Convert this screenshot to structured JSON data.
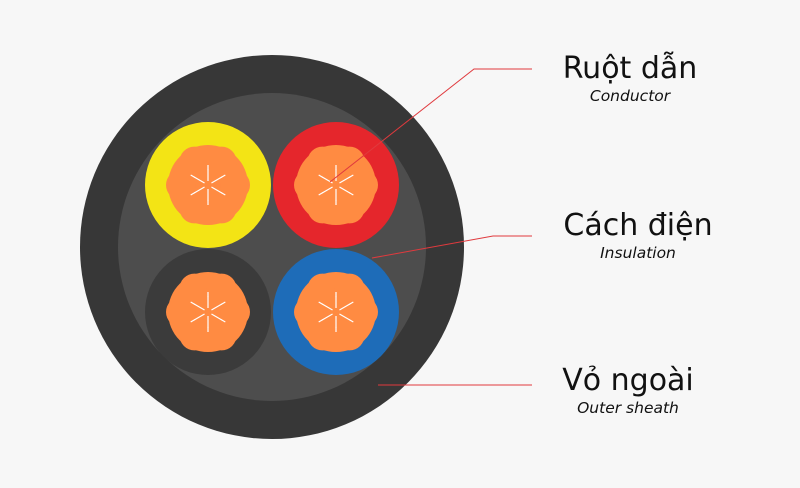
{
  "labels": {
    "conductor": {
      "title": "Ruột dẫn",
      "subtitle": "Conductor"
    },
    "insulation": {
      "title": "Cách điện",
      "subtitle": "Insulation"
    },
    "sheath": {
      "title": "Vỏ ngoài",
      "subtitle": "Outer sheath"
    }
  },
  "colors": {
    "background": "#f7f7f7",
    "outer_sheath": "#373737",
    "inner_filler": "#4d4d4d",
    "core_yellow": "#f3e415",
    "core_red": "#e5262c",
    "core_blue": "#1e6cb8",
    "core_black": "#3b3b3b",
    "strand": "#ff8b42",
    "strand_gap": "#ffffff",
    "leader_line": "#e03a3e",
    "text": "#111111"
  },
  "cores": [
    {
      "name": "core-yellow",
      "color_key": "core_yellow"
    },
    {
      "name": "core-red",
      "color_key": "core_red"
    },
    {
      "name": "core-black",
      "color_key": "core_black"
    },
    {
      "name": "core-blue",
      "color_key": "core_blue"
    }
  ]
}
